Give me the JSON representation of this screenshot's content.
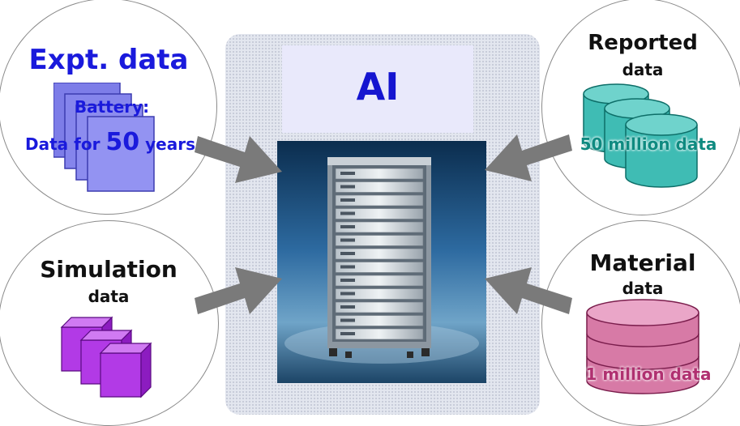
{
  "title_fragment": "",
  "center": {
    "label": "AI"
  },
  "sources": {
    "expt": {
      "title": "Expt. data",
      "line1": "Battery:",
      "line2_prefix": "Data for ",
      "line2_number": "50",
      "line2_suffix": " years",
      "color": "#1a1adc"
    },
    "reported": {
      "title": "Reported",
      "subtitle": "data",
      "count": "50 million data",
      "color": "#0e8a80"
    },
    "simulation": {
      "title": "Simulation",
      "subtitle": "data",
      "color": "#a020d0"
    },
    "material": {
      "title": "Material",
      "subtitle": "data",
      "count": "1 million data",
      "color": "#b03070"
    }
  },
  "icons": {
    "documents": "document-stack-icon",
    "reported": "database-cylinder-stack-icon",
    "simulation": "cube-stack-icon",
    "material": "database-cylinder-icon",
    "server": "server-rack-icon"
  }
}
